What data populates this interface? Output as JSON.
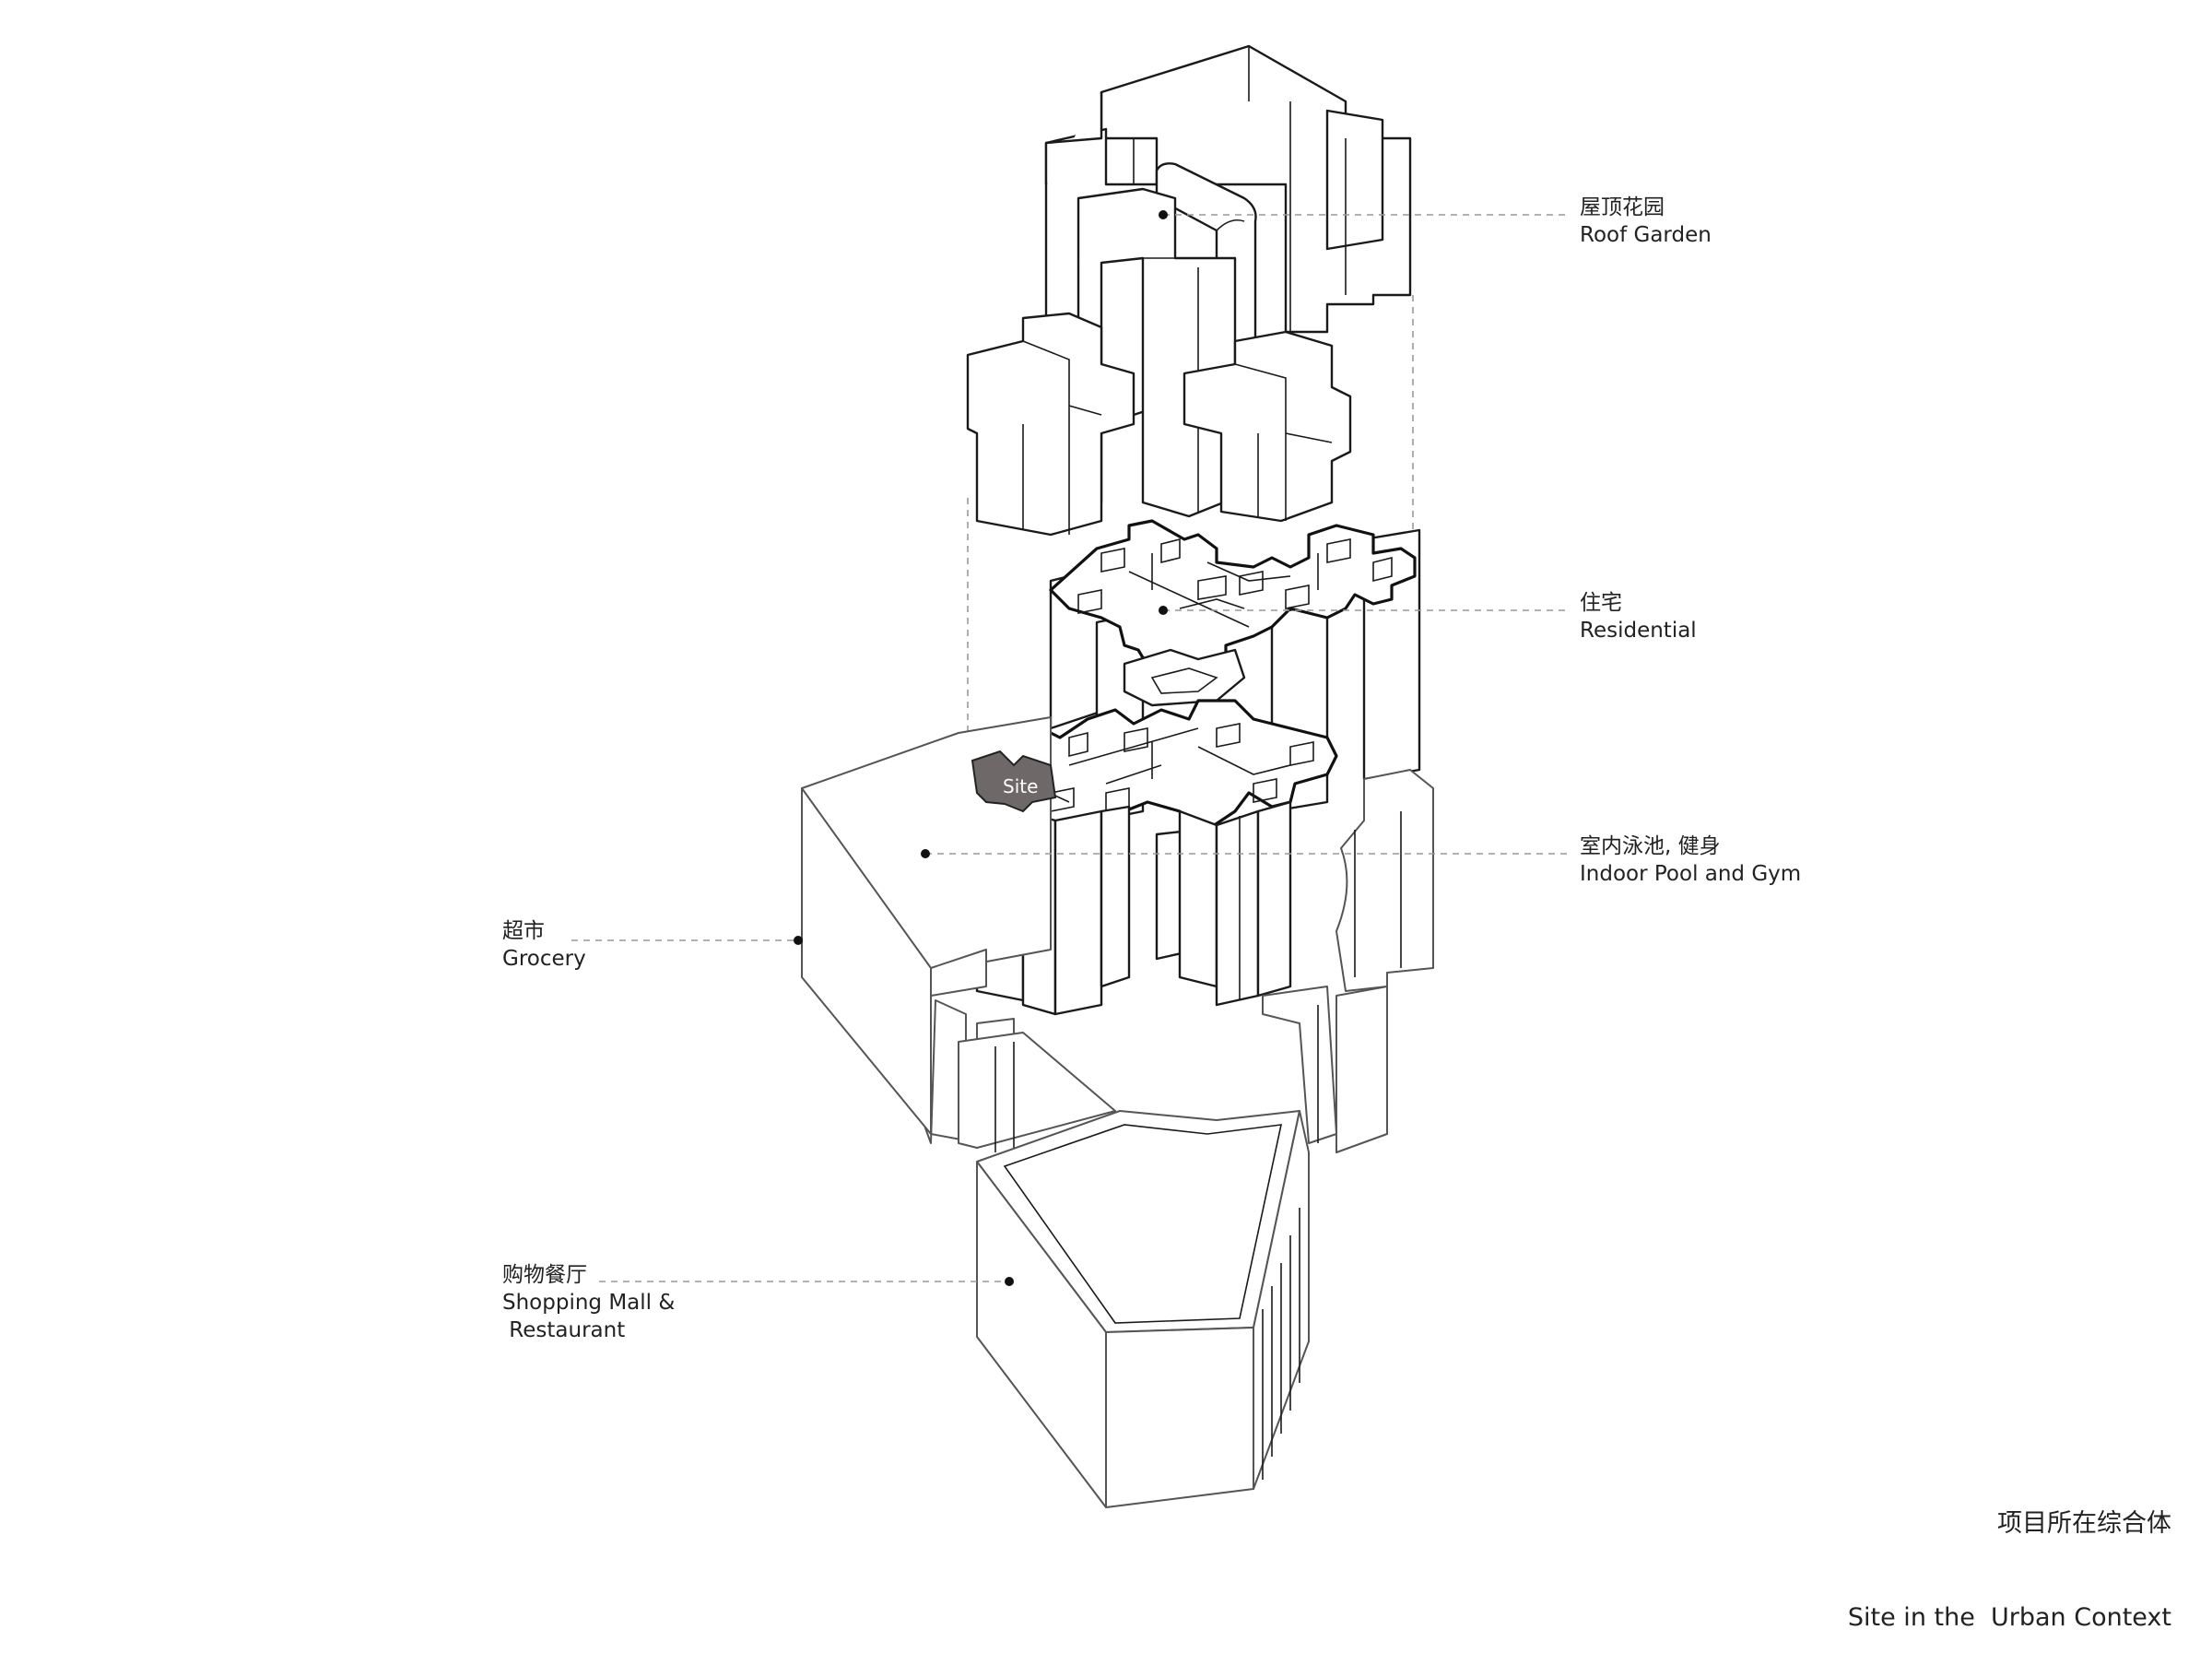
{
  "labels": {
    "roof_garden": {
      "cn": "屋顶花园",
      "en": "Roof Garden"
    },
    "residential": {
      "cn": "住宅",
      "en": "Residential"
    },
    "pool_gym": {
      "cn": "室内泳池, 健身",
      "en": "Indoor Pool and Gym"
    },
    "grocery": {
      "cn": "超市",
      "en": "Grocery"
    },
    "mall": {
      "cn": "购物餐厅",
      "en": "Shopping Mall &",
      "en2": " Restaurant"
    },
    "site": "Site"
  },
  "caption": {
    "cn": "项目所在综合体",
    "en": "Site in the  Urban Context"
  },
  "colors": {
    "line": "#1a1a1a",
    "leader": "#999999",
    "site_fill": "#6e6868",
    "background": "#ffffff"
  }
}
